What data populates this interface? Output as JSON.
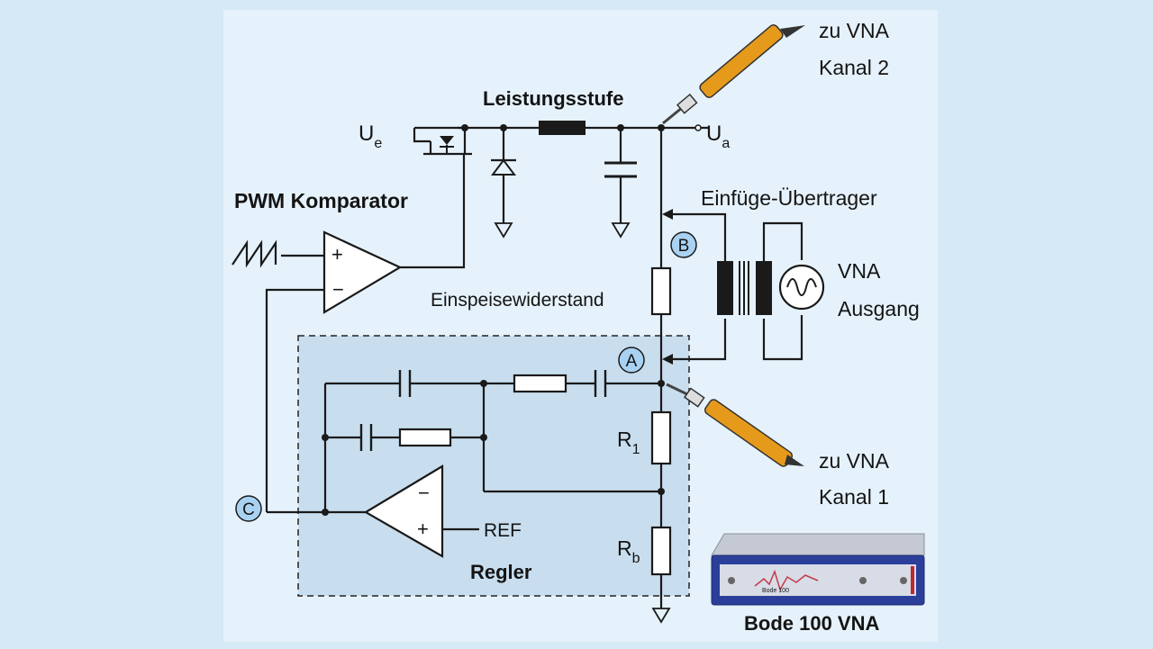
{
  "labels": {
    "power_stage": "Leistungsstufe",
    "u_in_main": "U",
    "u_in_sub": "e",
    "u_out_main": "U",
    "u_out_sub": "a",
    "pwm": "PWM Komparator",
    "injection_transformer": "Einfüge-Übertrager",
    "injection_resistor": "Einspeisewiderstand",
    "vna_output_line1": "VNA",
    "vna_output_line2": "Ausgang",
    "to_vna_ch2_line1": "zu VNA",
    "to_vna_ch2_line2": "Kanal 2",
    "to_vna_ch1_line1": "zu VNA",
    "to_vna_ch1_line2": "Kanal 1",
    "r1_main": "R",
    "r1_sub": "1",
    "rb_main": "R",
    "rb_sub": "b",
    "ref": "REF",
    "controller": "Regler",
    "device": "Bode 100 VNA",
    "device_face": "Bode 100",
    "plus": "+",
    "minus": "−"
  },
  "markers": {
    "a": "A",
    "b": "B",
    "c": "C"
  },
  "colors": {
    "page_bg": "#d6e9f6",
    "panel_bg": "#e6f2fb",
    "regler_box": "#c8deef",
    "marker_fill": "#a9d2f2",
    "probe_body": "#e59a1c",
    "wire": "#1a1a1a",
    "device_body": "#2b3f9a",
    "device_top": "#c5c9d3"
  },
  "icons": [
    "probe-icon",
    "sine-source-icon",
    "ground-icon",
    "mosfet-icon",
    "diode-icon",
    "capacitor-icon",
    "inductor-icon",
    "transformer-icon",
    "sawtooth-icon",
    "device-photo-icon"
  ]
}
